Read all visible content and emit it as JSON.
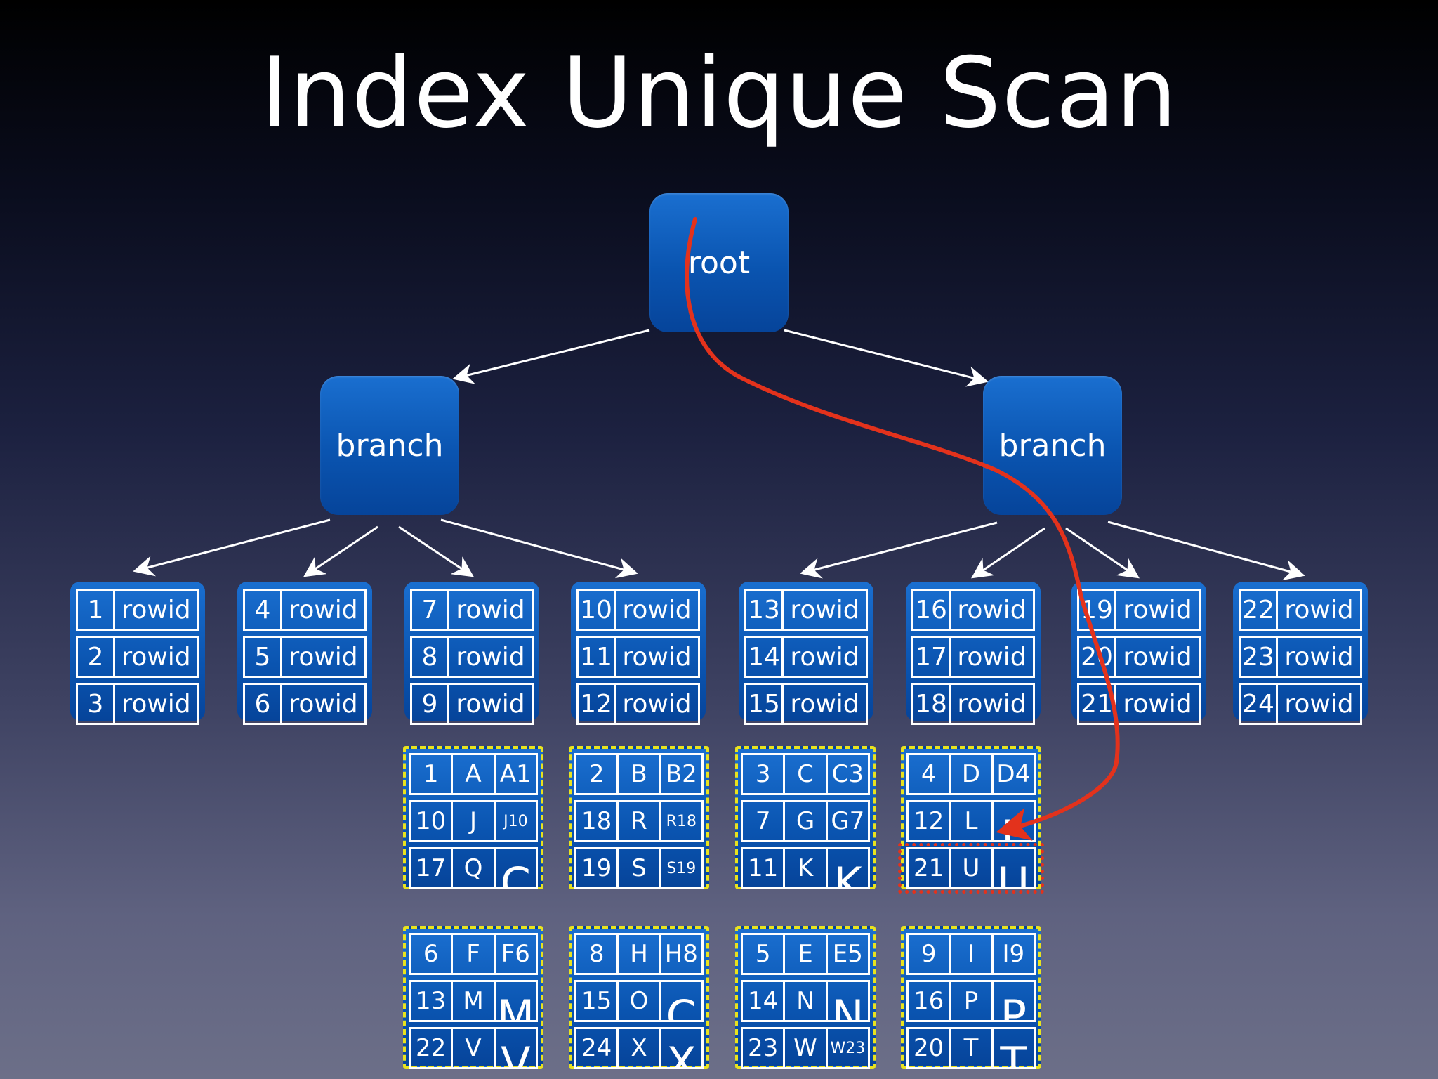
{
  "title": "Index Unique Scan",
  "tree": {
    "root_label": "root",
    "branch_left_label": "branch",
    "branch_right_label": "branch"
  },
  "leaves": [
    {
      "rows": [
        {
          "key": "1",
          "val": "rowid"
        },
        {
          "key": "2",
          "val": "rowid"
        },
        {
          "key": "3",
          "val": "rowid"
        }
      ]
    },
    {
      "rows": [
        {
          "key": "4",
          "val": "rowid"
        },
        {
          "key": "5",
          "val": "rowid"
        },
        {
          "key": "6",
          "val": "rowid"
        }
      ]
    },
    {
      "rows": [
        {
          "key": "7",
          "val": "rowid"
        },
        {
          "key": "8",
          "val": "rowid"
        },
        {
          "key": "9",
          "val": "rowid"
        }
      ]
    },
    {
      "rows": [
        {
          "key": "10",
          "val": "rowid"
        },
        {
          "key": "11",
          "val": "rowid"
        },
        {
          "key": "12",
          "val": "rowid"
        }
      ]
    },
    {
      "rows": [
        {
          "key": "13",
          "val": "rowid"
        },
        {
          "key": "14",
          "val": "rowid"
        },
        {
          "key": "15",
          "val": "rowid"
        }
      ]
    },
    {
      "rows": [
        {
          "key": "16",
          "val": "rowid"
        },
        {
          "key": "17",
          "val": "rowid"
        },
        {
          "key": "18",
          "val": "rowid"
        }
      ]
    },
    {
      "rows": [
        {
          "key": "19",
          "val": "rowid"
        },
        {
          "key": "20",
          "val": "rowid"
        },
        {
          "key": "21",
          "val": "rowid"
        }
      ]
    },
    {
      "rows": [
        {
          "key": "22",
          "val": "rowid"
        },
        {
          "key": "23",
          "val": "rowid"
        },
        {
          "key": "24",
          "val": "rowid"
        }
      ]
    }
  ],
  "tables": [
    {
      "rows": [
        [
          "1",
          "A",
          "A1"
        ],
        [
          "10",
          "J",
          "J10"
        ],
        [
          "17",
          "Q",
          "C"
        ]
      ]
    },
    {
      "rows": [
        [
          "2",
          "B",
          "B2"
        ],
        [
          "18",
          "R",
          "R18"
        ],
        [
          "19",
          "S",
          "S19"
        ]
      ]
    },
    {
      "rows": [
        [
          "3",
          "C",
          "C3"
        ],
        [
          "7",
          "G",
          "G7"
        ],
        [
          "11",
          "K",
          "K"
        ]
      ]
    },
    {
      "rows": [
        [
          "4",
          "D",
          "D4"
        ],
        [
          "12",
          "L",
          "L"
        ],
        [
          "21",
          "U",
          "U"
        ]
      ]
    },
    {
      "rows": [
        [
          "6",
          "F",
          "F6"
        ],
        [
          "13",
          "M",
          "M"
        ],
        [
          "22",
          "V",
          "V"
        ]
      ]
    },
    {
      "rows": [
        [
          "8",
          "H",
          "H8"
        ],
        [
          "15",
          "O",
          "C"
        ],
        [
          "24",
          "X",
          "X"
        ]
      ]
    },
    {
      "rows": [
        [
          "5",
          "E",
          "E5"
        ],
        [
          "14",
          "N",
          "N"
        ],
        [
          "23",
          "W",
          "W23"
        ]
      ]
    },
    {
      "rows": [
        [
          "9",
          "I",
          "I9"
        ],
        [
          "16",
          "P",
          "P"
        ],
        [
          "20",
          "T",
          "T"
        ]
      ]
    }
  ],
  "highlight": {
    "table_index": 3,
    "row_index": 2
  },
  "colors": {
    "node_blue": "#0a54b0",
    "dash_yellow": "#e9e31e",
    "path_red": "#e3321c"
  }
}
